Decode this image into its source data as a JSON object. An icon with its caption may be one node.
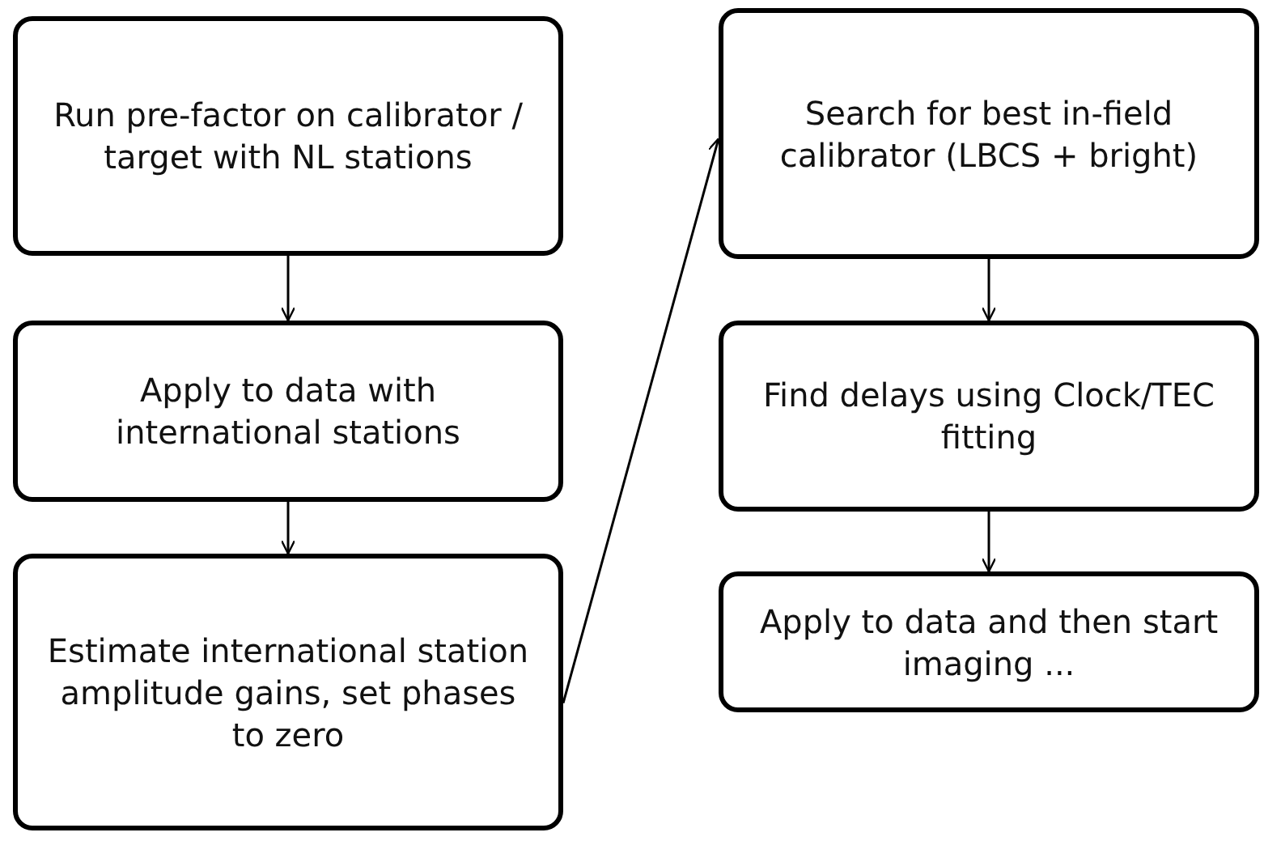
{
  "diagram": {
    "nodes": [
      {
        "text": [
          "Run pre-factor on calibrator / target with NL stations"
        ]
      },
      {
        "text": [
          "Apply to data with international stations"
        ]
      },
      {
        "text": [
          "Estimate international station amplitude gains, set phases to zero"
        ]
      },
      {
        "text": [
          "Search for best in-field calibrator (LBCS + bright)"
        ]
      },
      {
        "text": [
          "Find delays using Clock/TEC fitting"
        ]
      },
      {
        "text": [
          "Apply to data and then start imaging ..."
        ]
      }
    ],
    "edges": [
      {
        "from": 0,
        "to": 1,
        "arrow": "to"
      },
      {
        "from": 1,
        "to": 2,
        "arrow": "to"
      },
      {
        "from": 2,
        "to": 3,
        "arrow": "to"
      },
      {
        "from": 3,
        "to": 4,
        "arrow": "to"
      },
      {
        "from": 4,
        "to": 5,
        "arrow": "to"
      }
    ]
  }
}
